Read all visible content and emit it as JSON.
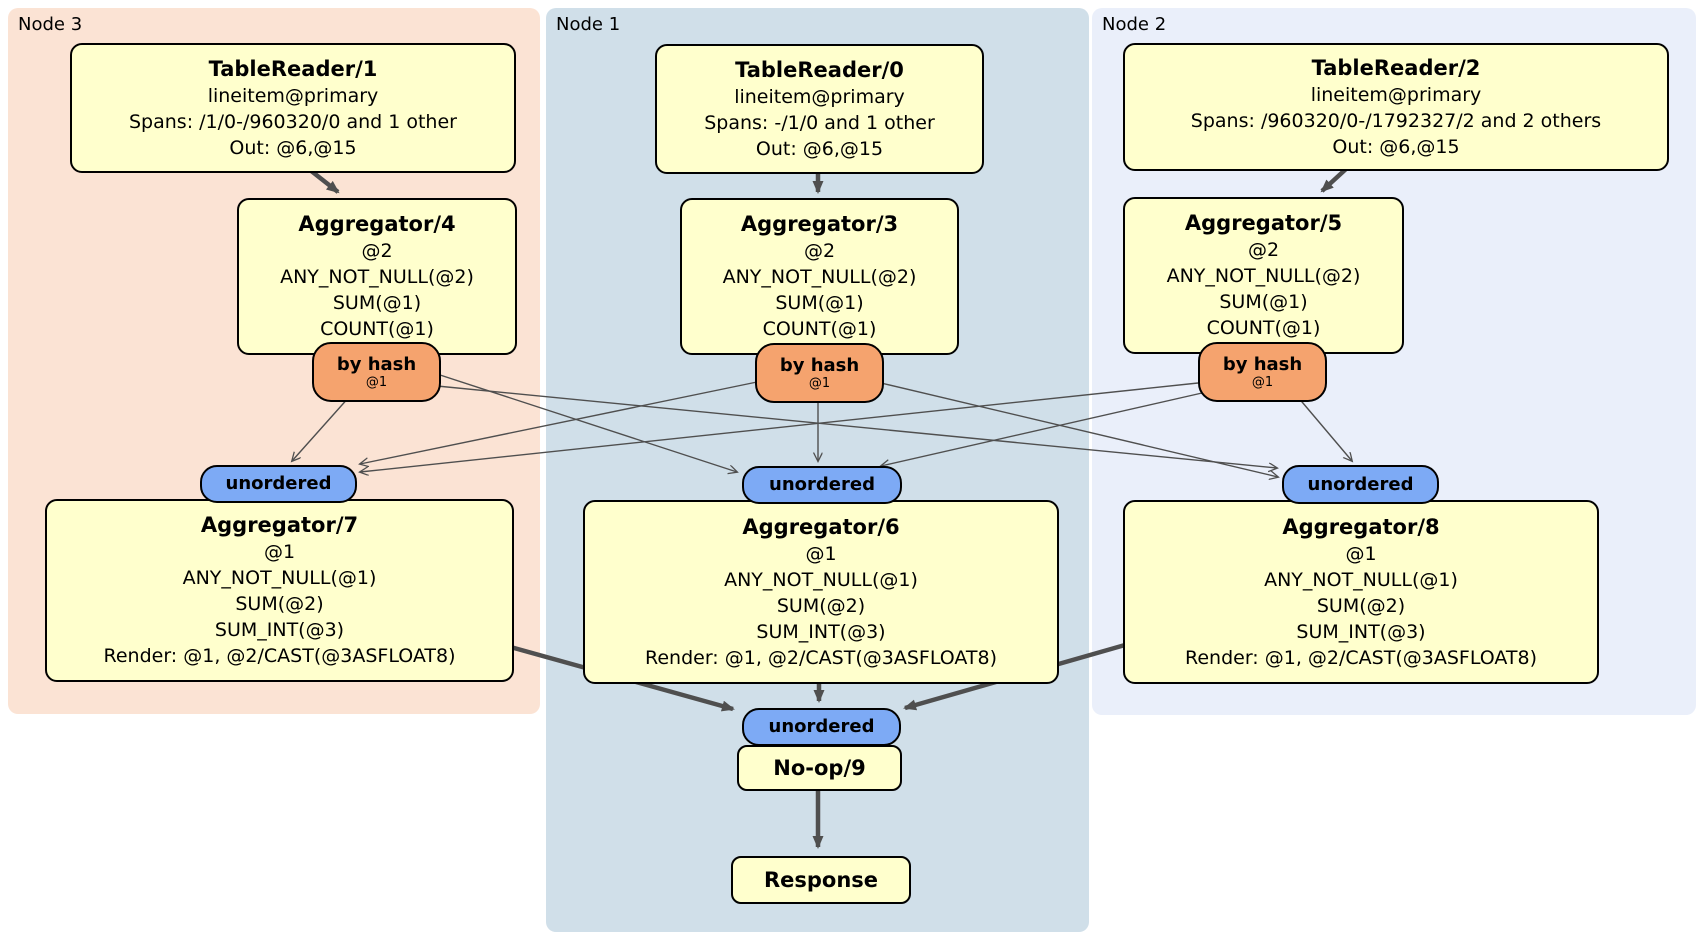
{
  "diagram_title": "DistSQL physical plan",
  "colors": {
    "node3_bg": "#fbe3d4",
    "node1_bg": "#d0dfe9",
    "node2_bg": "#eaeffa",
    "box_fill": "#ffffcd",
    "hash_router_fill": "#f5a36e",
    "unordered_router_fill": "#7daaf5",
    "edge": "#4f4f4f"
  },
  "groups": [
    {
      "label": "Node 3"
    },
    {
      "label": "Node 1"
    },
    {
      "label": "Node 2"
    }
  ],
  "boxes": {
    "tablereader1": {
      "title": "TableReader/1",
      "lines": [
        "lineitem@primary",
        "Spans: /1/0-/960320/0 and 1 other",
        "Out: @6,@15"
      ]
    },
    "tablereader0": {
      "title": "TableReader/0",
      "lines": [
        "lineitem@primary",
        "Spans: -/1/0 and 1 other",
        "Out: @6,@15"
      ]
    },
    "tablereader2": {
      "title": "TableReader/2",
      "lines": [
        "lineitem@primary",
        "Spans: /960320/0-/1792327/2 and 2 others",
        "Out: @6,@15"
      ]
    },
    "aggregator4": {
      "title": "Aggregator/4",
      "lines": [
        "@2",
        "ANY_NOT_NULL(@2)",
        "SUM(@1)",
        "COUNT(@1)"
      ]
    },
    "aggregator3": {
      "title": "Aggregator/3",
      "lines": [
        "@2",
        "ANY_NOT_NULL(@2)",
        "SUM(@1)",
        "COUNT(@1)"
      ]
    },
    "aggregator5": {
      "title": "Aggregator/5",
      "lines": [
        "@2",
        "ANY_NOT_NULL(@2)",
        "SUM(@1)",
        "COUNT(@1)"
      ]
    },
    "aggregator7": {
      "title": "Aggregator/7",
      "lines": [
        "@1",
        "ANY_NOT_NULL(@1)",
        "SUM(@2)",
        "SUM_INT(@3)",
        "Render: @1, @2/CAST(@3ASFLOAT8)"
      ]
    },
    "aggregator6": {
      "title": "Aggregator/6",
      "lines": [
        "@1",
        "ANY_NOT_NULL(@1)",
        "SUM(@2)",
        "SUM_INT(@3)",
        "Render: @1, @2/CAST(@3ASFLOAT8)"
      ]
    },
    "aggregator8": {
      "title": "Aggregator/8",
      "lines": [
        "@1",
        "ANY_NOT_NULL(@1)",
        "SUM(@2)",
        "SUM_INT(@3)",
        "Render: @1, @2/CAST(@3ASFLOAT8)"
      ]
    },
    "noop9": {
      "title": "No-op/9"
    },
    "response": {
      "title": "Response"
    }
  },
  "routers": {
    "by_hash": {
      "label": "by hash",
      "sub": "@1"
    },
    "unordered": {
      "label": "unordered"
    }
  }
}
